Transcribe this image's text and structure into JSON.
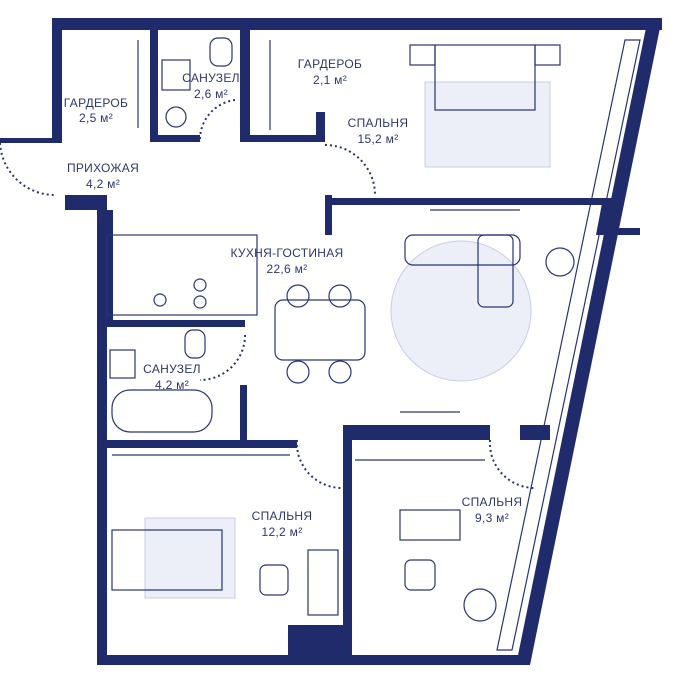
{
  "plan": {
    "rooms": [
      {
        "name": "ГАРДЕРОБ",
        "area": "2,5 м²"
      },
      {
        "name": "САНУЗЕЛ",
        "area": "2,6 м²"
      },
      {
        "name": "ГАРДЕРОБ",
        "area": "2,1 м²"
      },
      {
        "name": "СПАЛЬНЯ",
        "area": "15,2 м²"
      },
      {
        "name": "ПРИХОЖАЯ",
        "area": "4,2 м²"
      },
      {
        "name": "КУХНЯ-ГОСТИНАЯ",
        "area": "22,6 м²"
      },
      {
        "name": "САНУЗЕЛ",
        "area": "4,2 м²"
      },
      {
        "name": "СПАЛЬНЯ",
        "area": "12,2 м²"
      },
      {
        "name": "СПАЛЬНЯ",
        "area": "9,3 м²"
      }
    ],
    "colors": {
      "wall": "#1f2b6a",
      "text": "#2d3768",
      "rug": "#eceef8"
    }
  }
}
